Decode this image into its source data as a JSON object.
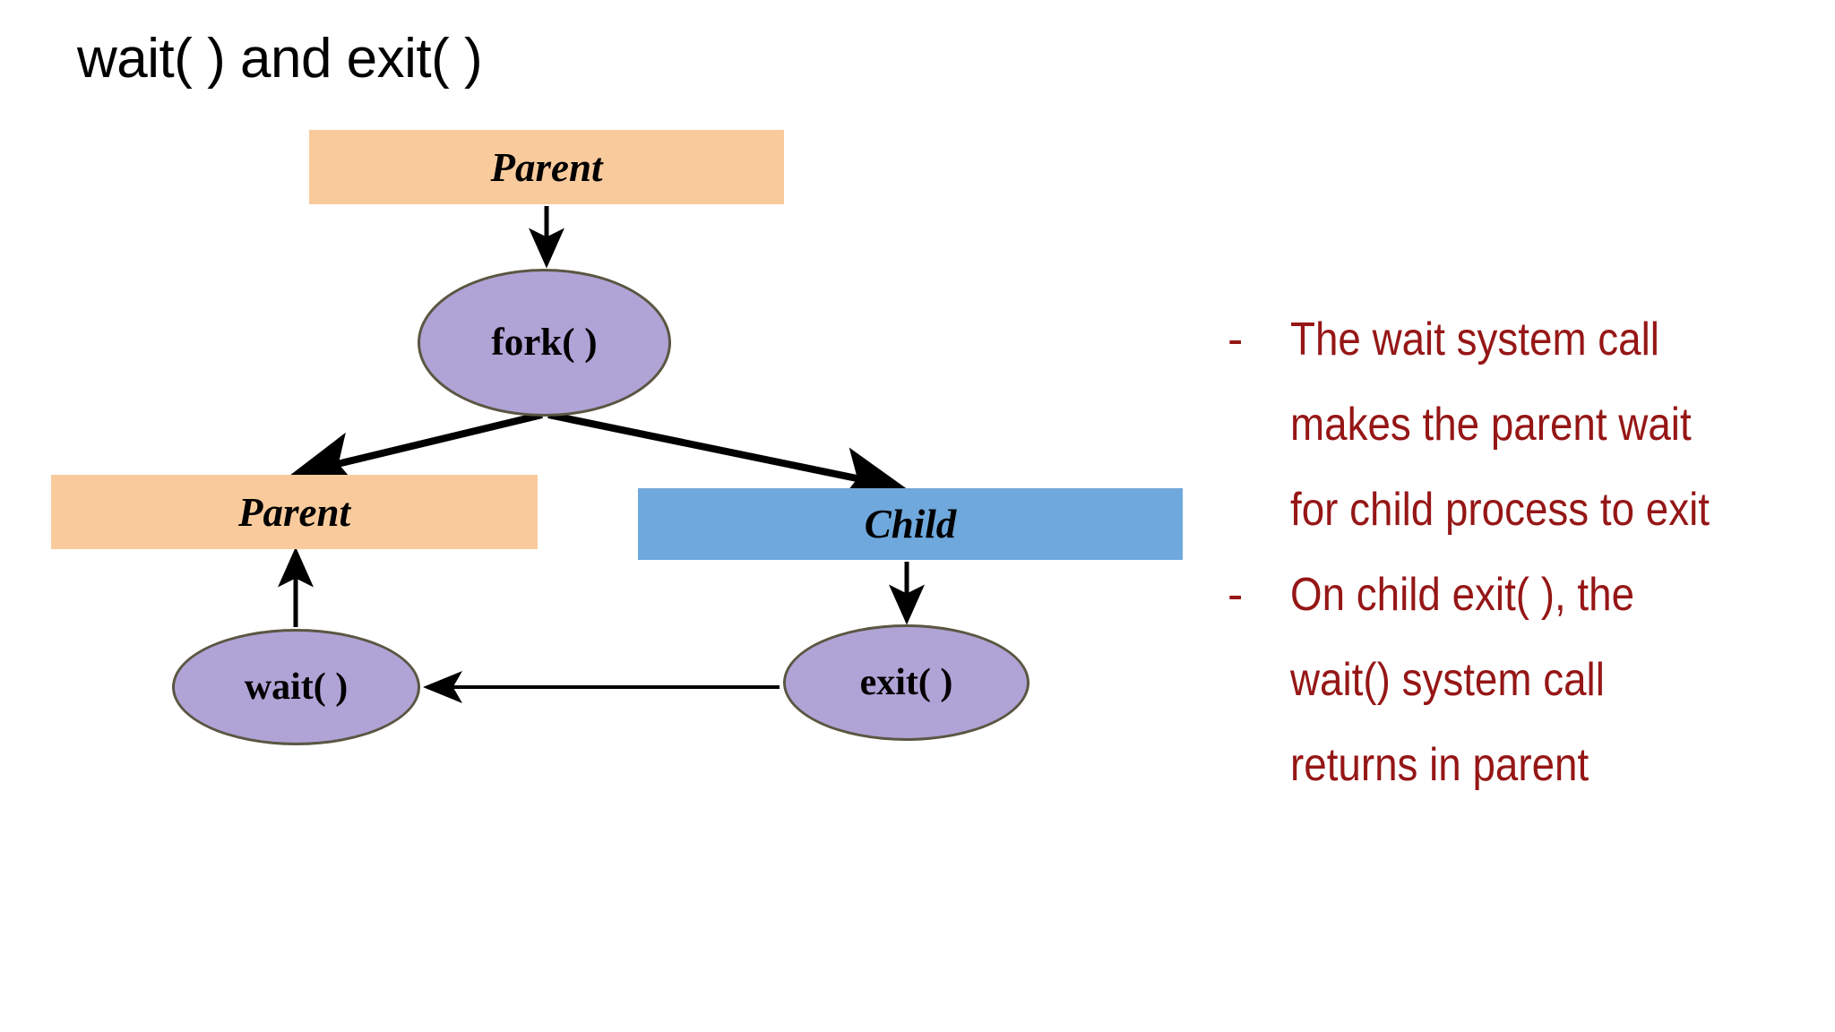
{
  "slide": {
    "title": "wait( ) and exit( )",
    "background_color": "#ffffff"
  },
  "diagram": {
    "nodes": [
      {
        "id": "parent-top",
        "label": "Parent",
        "shape": "rectangle",
        "fill": "#f9cb9c"
      },
      {
        "id": "fork",
        "label": "fork( )",
        "shape": "ellipse",
        "fill": "#b0a3d6"
      },
      {
        "id": "parent-bottom",
        "label": "Parent",
        "shape": "rectangle",
        "fill": "#f9cb9c"
      },
      {
        "id": "child",
        "label": "Child",
        "shape": "rectangle",
        "fill": "#6fa8dc"
      },
      {
        "id": "wait",
        "label": "wait( )",
        "shape": "ellipse",
        "fill": "#b0a3d6"
      },
      {
        "id": "exit",
        "label": "exit( )",
        "shape": "ellipse",
        "fill": "#b0a3d6"
      }
    ],
    "edges": [
      {
        "from": "parent-top",
        "to": "fork"
      },
      {
        "from": "fork",
        "to": "parent-bottom"
      },
      {
        "from": "fork",
        "to": "child"
      },
      {
        "from": "child",
        "to": "exit"
      },
      {
        "from": "exit",
        "to": "wait"
      },
      {
        "from": "wait",
        "to": "parent-bottom"
      }
    ],
    "edge_color": "#000000",
    "ellipse_border_color": "#5b5642"
  },
  "notes": {
    "color": "#961616",
    "bullets": [
      {
        "marker": "-",
        "text": "The wait system call makes the parent wait for child process to exit"
      },
      {
        "marker": "-",
        "text": "On child exit( ), the wait() system call returns in parent"
      }
    ]
  }
}
